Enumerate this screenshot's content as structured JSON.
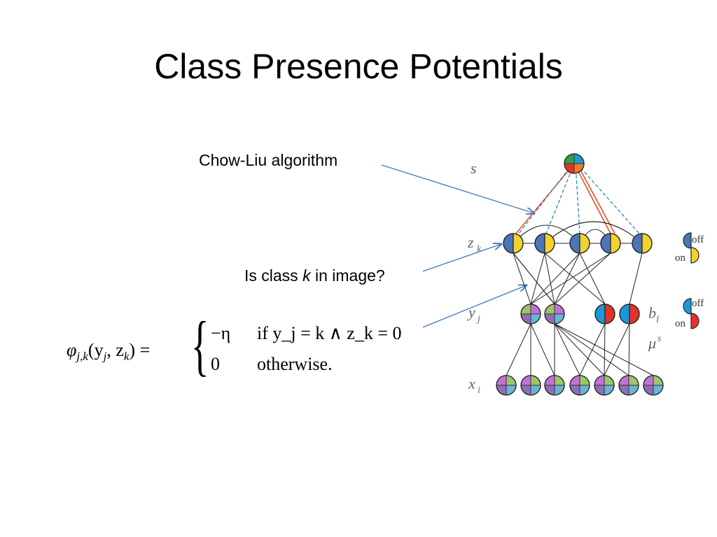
{
  "slide": {
    "title": "Class Presence Potentials"
  },
  "labels": {
    "chow_liu": "Chow-Liu algorithm",
    "class_in_image_pre": "Is class ",
    "class_in_image_k": "k",
    "class_in_image_post": " in image?"
  },
  "formula": {
    "lhs_phi": "φ",
    "lhs_sub": "j,k",
    "lhs_args": "(y",
    "lhs_rest": ", z",
    "lhs_end": ") =",
    "case1_value": "−η",
    "case1_condition": "if y_j = k ∧ z_k = 0",
    "case2_value": "0",
    "case2_condition": "otherwise."
  },
  "diagram": {
    "row_labels": {
      "s": "s",
      "z": "z",
      "z_sub": "k",
      "y": "y",
      "y_sub": "j",
      "x": "x",
      "x_sub": "i",
      "b": "b",
      "b_sub": "l",
      "mu": "μ",
      "mu_sup": "s"
    },
    "legend_z": {
      "off": "off",
      "on": "on"
    },
    "legend_b": {
      "off": "off",
      "on": "on"
    },
    "colors": {
      "blue_node": "#4a76b8",
      "yellow_node": "#f2d22e",
      "light_blue": "#1e96d8",
      "red": "#e5332a",
      "green": "#2ca540",
      "orange": "#f07b22",
      "purple": "#c471d6",
      "lightgreen": "#9dc56a",
      "violet": "#8c6fb5",
      "cyan": "#6ab4d8",
      "red_edge": "#e0522a",
      "dashed_edge": "#2a88a8",
      "arrow": "#3a78c0"
    }
  }
}
